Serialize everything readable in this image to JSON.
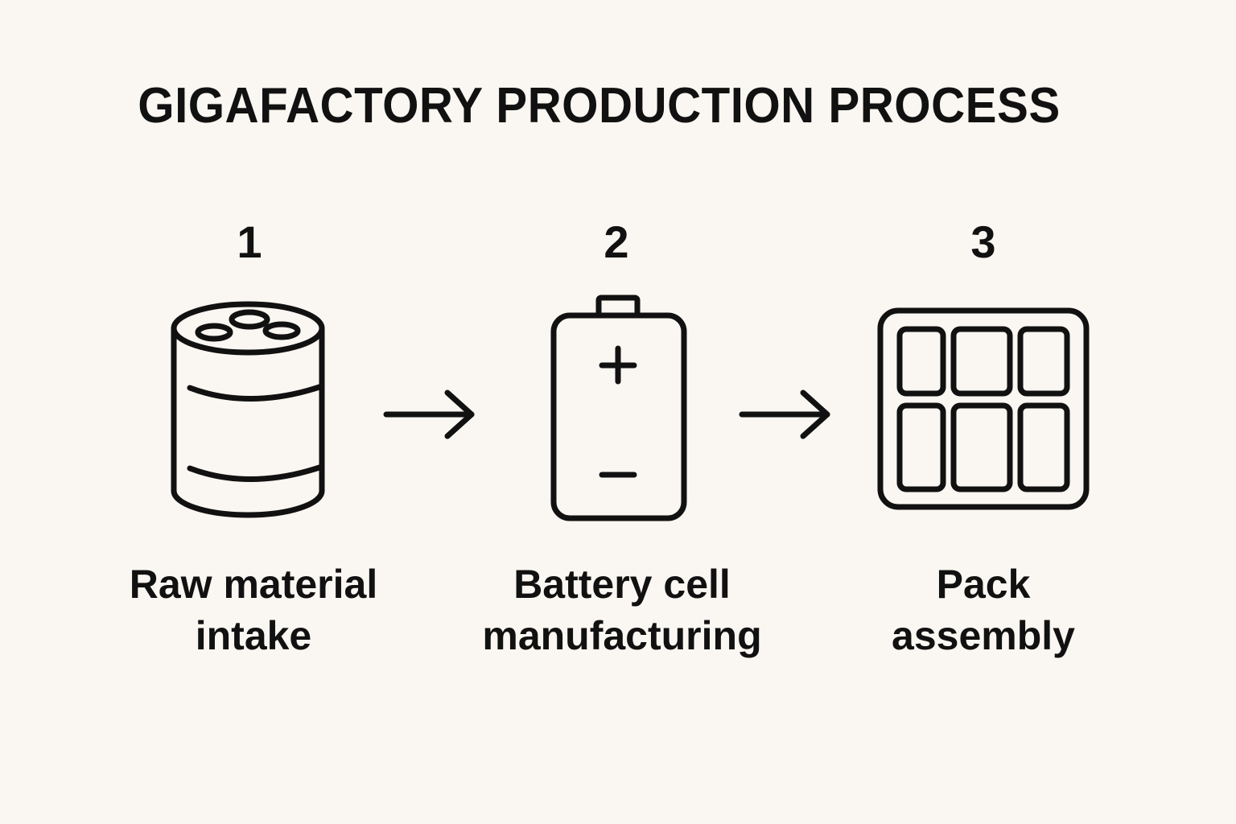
{
  "title": "GIGAFACTORY PRODUCTION PROCESS",
  "steps": [
    {
      "number": "1",
      "line1": "Raw material",
      "line2": "intake",
      "icon": "raw-material-drum-icon"
    },
    {
      "number": "2",
      "line1": "Battery cell",
      "line2": "manufacturing",
      "icon": "battery-cell-icon"
    },
    {
      "number": "3",
      "line1": "Pack",
      "line2": "assembly",
      "icon": "battery-pack-icon"
    }
  ],
  "connectors": [
    "arrow-right-icon",
    "arrow-right-icon"
  ],
  "colors": {
    "background": "#FAF6F1",
    "ink": "#111111"
  }
}
